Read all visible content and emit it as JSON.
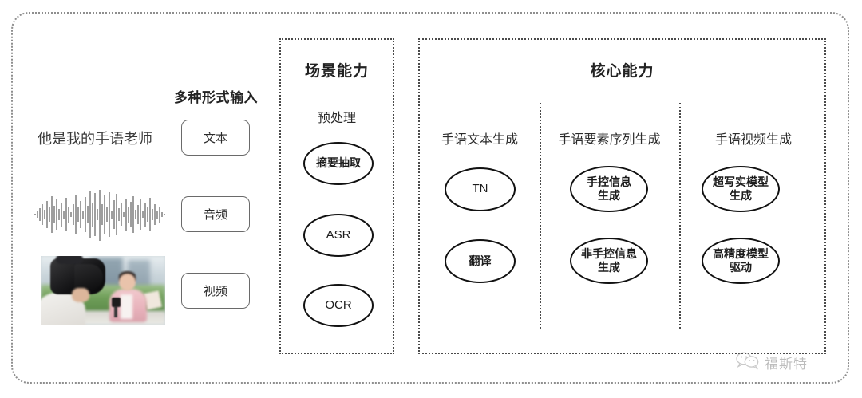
{
  "diagram": {
    "title_hidden": "",
    "input_section": {
      "heading": "多种形式输入",
      "sample_text": "他是我的手语老师",
      "chips": [
        {
          "label": "文本",
          "icon": "text-icon"
        },
        {
          "label": "音频",
          "icon": "audio-waveform-icon"
        },
        {
          "label": "视频",
          "icon": "video-thumbnail-icon"
        }
      ],
      "waveform_name": "audio-waveform",
      "video_thumbnail_description": "cameraman filming a reporter in pink blazer holding a microphone"
    },
    "panels": [
      {
        "id": "scene",
        "title": "场景能力",
        "columns": [
          {
            "header": "预处理",
            "nodes": [
              "摘要抽取",
              "ASR",
              "OCR"
            ]
          }
        ]
      },
      {
        "id": "core",
        "title": "核心能力",
        "columns": [
          {
            "header": "手语文本生成",
            "nodes": [
              "TN",
              "翻译"
            ]
          },
          {
            "header": "手语要素序列生成",
            "nodes": [
              "手控信息\n生成",
              "非手控信息\n生成"
            ]
          },
          {
            "header": "手语视频生成",
            "nodes": [
              "超写实模型\n生成",
              "高精度模型\n驱动"
            ]
          }
        ]
      }
    ],
    "watermark": {
      "text": "福斯特",
      "icon": "wechat-icon"
    },
    "colors": {
      "frame_dotted": "#8e8e8e",
      "panel_dotted": "#4a4a4a",
      "ellipse_stroke": "#111111",
      "chip_stroke": "#6a6a6a",
      "text": "#2b2b2b",
      "background": "#ffffff"
    }
  }
}
